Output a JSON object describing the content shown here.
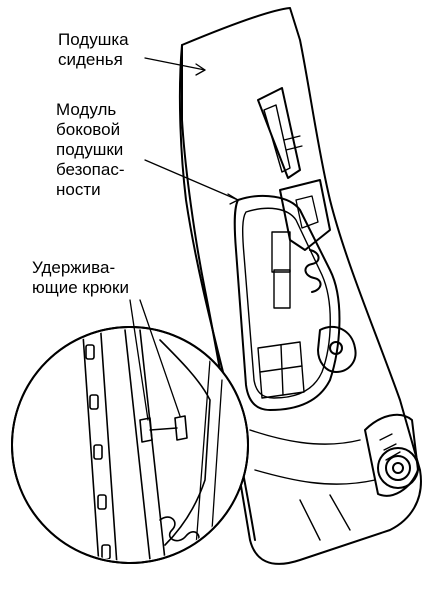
{
  "labels": {
    "seat_cushion": [
      "Подушка",
      "сиденья"
    ],
    "side_airbag_module": [
      "Модуль",
      "боковой",
      "подушки",
      "безопас-",
      "ности"
    ],
    "retaining_hooks": [
      "Удержива-",
      "ющие крюки"
    ]
  },
  "colors": {
    "ink": "#000000",
    "paper": "#ffffff"
  }
}
